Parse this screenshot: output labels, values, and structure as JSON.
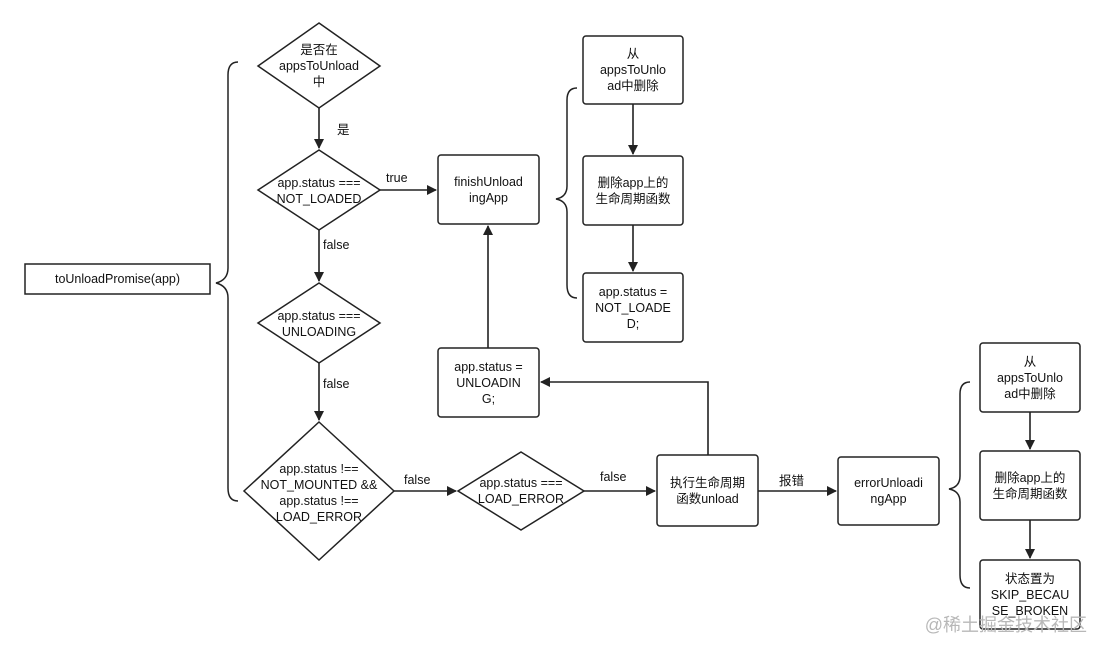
{
  "nodes": {
    "to_unload_promise": "toUnloadPromise(app)",
    "in_apps_to_unload": "是否在\nappsToUnload\n中",
    "status_not_loaded": "app.status ===\nNOT_LOADED",
    "status_unloading_check": "app.status ===\nUNLOADING",
    "status_not_mounted_check": "app.status !==\nNOT_MOUNTED &&\napp.status !==\nLOAD_ERROR",
    "status_load_error": "app.status ===\nLOAD_ERROR",
    "finish_unloading_app": "finishUnload\ningApp",
    "set_unloading": "app.status =\nUNLOADIN\nG;",
    "run_unload_lifecycle": "执行生命周期\n函数unload",
    "error_unloading_app": "errorUnloadi\nngApp",
    "finish_remove": "从\nappsToUnlo\nad中删除",
    "finish_delete_lifecycle": "删除app上的\n生命周期函数",
    "finish_set_not_loaded": "app.status =\nNOT_LOADE\nD;",
    "error_remove": "从\nappsToUnlo\nad中删除",
    "error_delete_lifecycle": "删除app上的\n生命周期函数",
    "error_set_broken": "状态置为\nSKIP_BECAU\nSE_BROKEN"
  },
  "edge_labels": {
    "yes": "是",
    "true": "true",
    "false1": "false",
    "false2": "false",
    "false3": "false",
    "false4": "false",
    "error": "报错"
  },
  "watermark": "@稀土掘金技术社区"
}
